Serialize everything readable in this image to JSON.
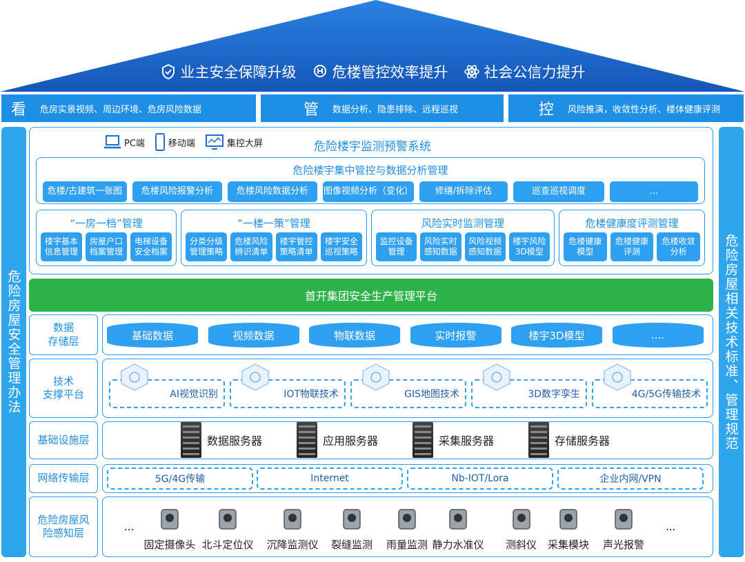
{
  "roof": {
    "goals": [
      "业主安全保障升级",
      "危楼管控效率提升",
      "社会公信力提升"
    ]
  },
  "top_bar": [
    {
      "big": "看",
      "text": "危房实景视频、周边环境、危房风险数据"
    },
    {
      "big": "管",
      "text": "数据分析、隐患排除、远程巡视"
    },
    {
      "big": "控",
      "text": "风险推演，收敛性分析、楼体健康评测"
    }
  ],
  "left_side": "危险房屋安全管理办法",
  "right_side": "危险房屋相关技术标准、管理规范",
  "system": {
    "devices": [
      "PC端",
      "移动端",
      "集控大屏"
    ],
    "title": "危险楼宇监测预警系统"
  },
  "central": {
    "title": "危险楼宇集中管控与数据分析管理",
    "items": [
      "危楼/古建筑一张图",
      "危楼风险报警分析",
      "危楼风险数据分析",
      "图像视频分析（变化）",
      "修缮/拆除评估",
      "巡查巡视调度",
      "..."
    ]
  },
  "modules": [
    {
      "title": "“一房一档”管理",
      "items": [
        "楼宇基本\n信息管理",
        "房屋户口\n档案管理",
        "电梯设备\n安全档案"
      ]
    },
    {
      "title": "“一楼一策”管理",
      "items": [
        "分类分级\n管理策略",
        "危楼风险\n辨识清单",
        "楼宇管控\n策略清单",
        "楼宇安全\n巡视策略"
      ]
    },
    {
      "title": "风险实时监测管理",
      "items": [
        "监控设备\n管理",
        "风险实时\n感知数据",
        "风险视频\n感知数据",
        "楼宇风险\n3D模型"
      ]
    },
    {
      "title": "危楼健康度评测管理",
      "items": [
        "危楼健康\n模型",
        "危楼健康\n评测",
        "危楼收敛\n分析"
      ]
    }
  ],
  "platform": "首开集团安全生产管理平台",
  "storage": {
    "label": "数据\n存储层",
    "items": [
      "基础数据",
      "视频数据",
      "物联数据",
      "实时报警",
      "楼宇3D模型",
      "...."
    ]
  },
  "tech": {
    "label": "技术\n支撑平台",
    "items": [
      "AI视觉识别",
      "IOT物联技术",
      "GIS地图技术",
      "3D数字孪生",
      "4G/5G传输技术"
    ]
  },
  "infra": {
    "label": "基础设施层",
    "items": [
      "数据服务器",
      "应用服务器",
      "采集服务器",
      "存储服务器"
    ]
  },
  "network": {
    "label": "网络传输层",
    "items": [
      "5G/4G传输",
      "Internet",
      "Nb-IOT/Lora",
      "企业内网/VPN"
    ]
  },
  "perception": {
    "label": "危险房屋风\n险感知层",
    "items": [
      "固定摄像头",
      "北斗定位仪",
      "沉降监测仪",
      "裂缝监测",
      "雨量监测",
      "静力水准仪",
      "测斜仪",
      "采集模块",
      "声光报警"
    ],
    "ellipsis": "..."
  },
  "colors": {
    "primary": "#2f9ff0",
    "green": "#2db24a",
    "roof": "#1f6fd0"
  }
}
